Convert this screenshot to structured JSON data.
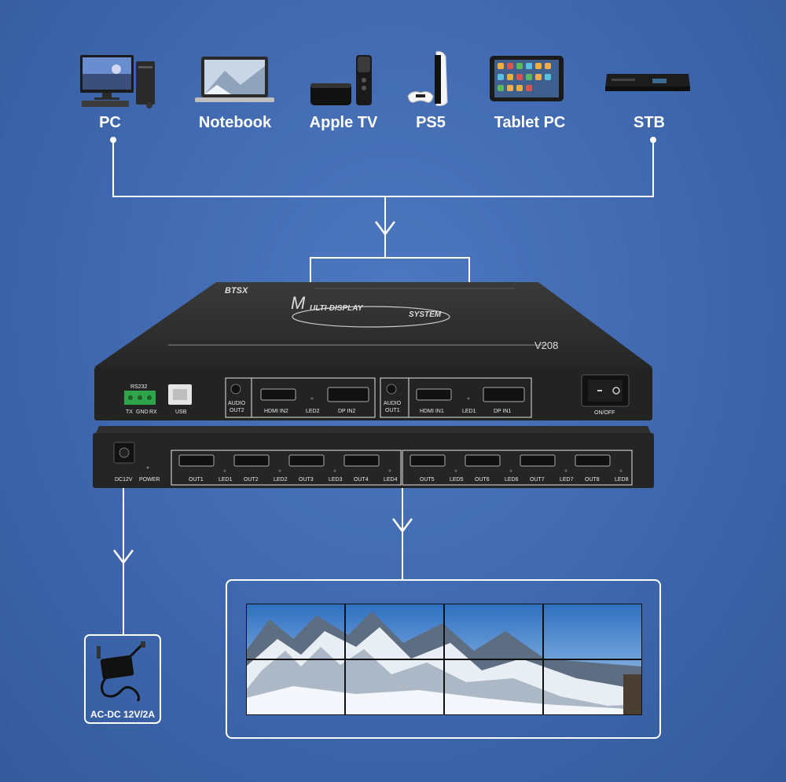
{
  "sources": [
    {
      "id": "pc",
      "label": "PC"
    },
    {
      "id": "notebook",
      "label": "Notebook"
    },
    {
      "id": "appletv",
      "label": "Apple TV"
    },
    {
      "id": "ps5",
      "label": "PS5"
    },
    {
      "id": "tablet",
      "label": "Tablet PC"
    },
    {
      "id": "stb",
      "label": "STB"
    }
  ],
  "device": {
    "brand": "BTSX",
    "logo_text_1": "ULTI-DISPLAY",
    "logo_text_2": "SYSTEM",
    "model": "V208",
    "top_panel": {
      "rs232": "RS232",
      "tx": "TX",
      "gnd": "GND",
      "rx": "RX",
      "usb": "USB",
      "audio_out2": "AUDIO",
      "audio_out2_b": "OUT2",
      "hdmi_in2": "HDMI IN2",
      "led2": "LED2",
      "dp_in2": "DP IN2",
      "audio_out1": "AUDIO",
      "audio_out1_b": "OUT1",
      "hdmi_in1": "HDMI IN1",
      "led1": "LED1",
      "dp_in1": "DP IN1",
      "onoff": "ON/OFF"
    },
    "bottom_panel": {
      "dc12v": "DC12V",
      "power": "POWER",
      "outputs": [
        {
          "out": "OUT1",
          "led": "LED1"
        },
        {
          "out": "OUT2",
          "led": "LED2"
        },
        {
          "out": "OUT3",
          "led": "LED3"
        },
        {
          "out": "OUT4",
          "led": "LED4"
        },
        {
          "out": "OUT5",
          "led": "LED5"
        },
        {
          "out": "OUT6",
          "led": "LED6"
        },
        {
          "out": "OUT7",
          "led": "LED7"
        },
        {
          "out": "OUT8",
          "led": "LED8"
        }
      ]
    }
  },
  "power_adapter": {
    "label": "AC-DC 12V/2A"
  },
  "colors": {
    "background": "#3f67ad",
    "connector": "#ffffff",
    "device": "#2a2a2a"
  }
}
